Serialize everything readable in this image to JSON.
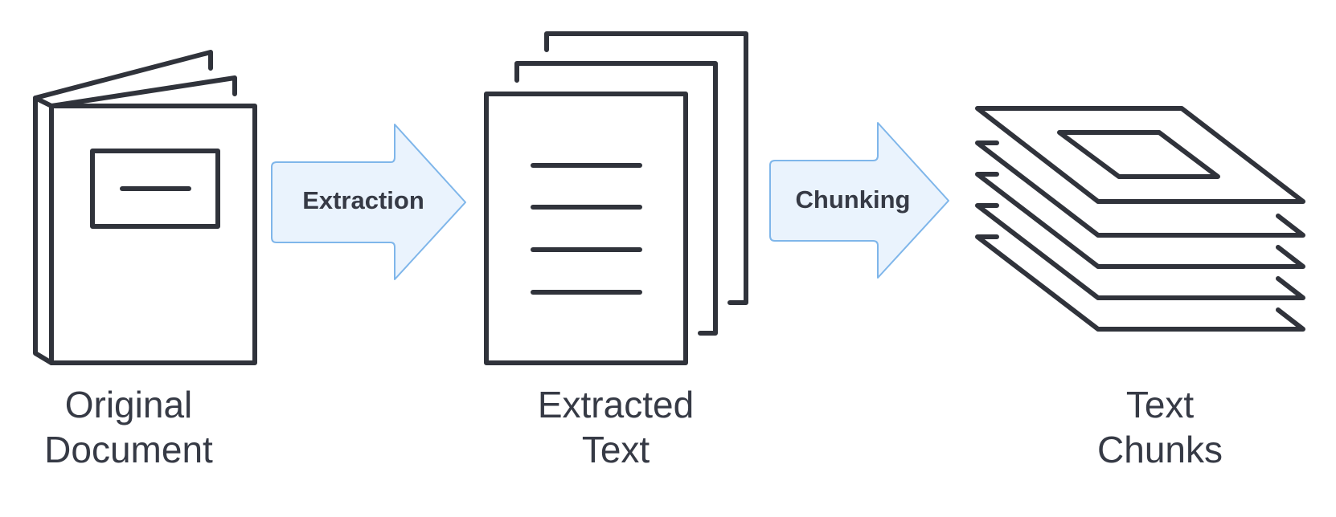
{
  "colors": {
    "stroke": "#30333b",
    "text": "#363a45",
    "arrow_fill": "#eaf3fd",
    "arrow_stroke": "#7fb6ea"
  },
  "stages": [
    {
      "icon": "book-icon",
      "line1": "Original",
      "line2": "Document"
    },
    {
      "icon": "pages-icon",
      "line1": "Extracted",
      "line2": "Text"
    },
    {
      "icon": "layers-icon",
      "line1": "Text",
      "line2": "Chunks"
    }
  ],
  "arrows": [
    {
      "label": "Extraction"
    },
    {
      "label": "Chunking"
    }
  ]
}
